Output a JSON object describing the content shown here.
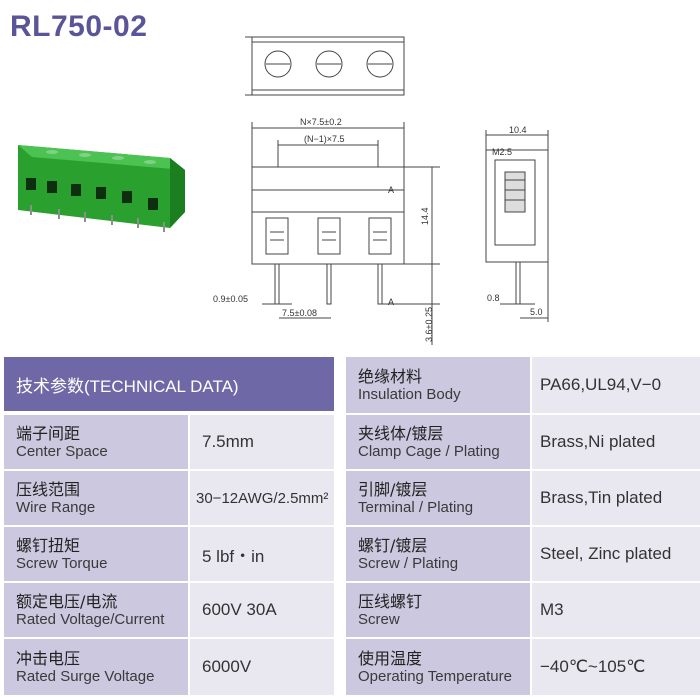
{
  "title": "RL750-02",
  "dimensions": {
    "pitch_total": "N×7.5±0.2",
    "pitch_inner": "(N−1)×7.5",
    "height": "14.4",
    "pin_width": "0.9±0.05",
    "pin_pitch": "7.5±0.08",
    "pin_length": "3.6±0.25",
    "depth": "10.4",
    "screw": "M2.5",
    "pin_thickness": "0.8",
    "pin_offset": "5.0",
    "section_mark": "A"
  },
  "table": {
    "header": "技术参数(TECHNICAL DATA)",
    "left": [
      {
        "cn": "端子间距",
        "en": "Center Space",
        "value": "7.5mm"
      },
      {
        "cn": "压线范围",
        "en": "Wire Range",
        "value": "30−12AWG/2.5mm²"
      },
      {
        "cn": "螺钉扭矩",
        "en": "Screw Torque",
        "value": "5 lbf・in"
      },
      {
        "cn": "额定电压/电流",
        "en": "Rated Voltage/Current",
        "value": "600V 30A"
      },
      {
        "cn": "冲击电压",
        "en": "Rated Surge Voltage",
        "value": "6000V"
      }
    ],
    "right": [
      {
        "cn": "绝缘材料",
        "en": "Insulation Body",
        "value": "PA66,UL94,V−0"
      },
      {
        "cn": "夹线体/镀层",
        "en": "Clamp Cage / Plating",
        "value": "Brass,Ni plated"
      },
      {
        "cn": "引脚/镀层",
        "en": "Terminal / Plating",
        "value": "Brass,Tin plated"
      },
      {
        "cn": "螺钉/镀层",
        "en": "Screw / Plating",
        "value": "Steel, Zinc plated"
      },
      {
        "cn": "压线螺钉",
        "en": "Screw",
        "value": "M3"
      },
      {
        "cn": "使用温度",
        "en": "Operating Temperature",
        "value": "−40℃~105℃"
      }
    ]
  }
}
